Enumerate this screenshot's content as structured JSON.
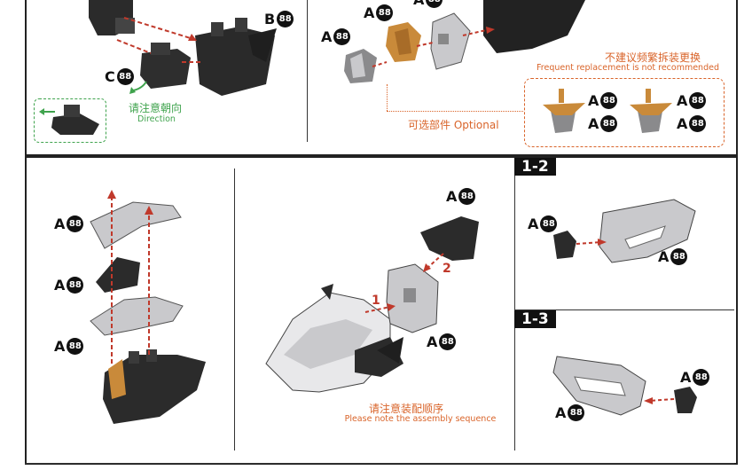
{
  "labels": {
    "B": "B",
    "A": "A",
    "C": "C",
    "code": "88"
  },
  "notes": {
    "direction_cn": "请注意朝向",
    "direction_en": "Direction",
    "replace_cn": "不建议频繁拆装更换",
    "replace_en": "Frequent replacement is not recommended",
    "optional": "可选部件 Optional",
    "sequence_cn": "请注意装配顺序",
    "sequence_en": "Please note the assembly sequence"
  },
  "steps": {
    "s12": "1-2",
    "s13": "1-3"
  },
  "sequence_marks": {
    "one": "1",
    "two": "2"
  },
  "colors": {
    "accent": "#d9642a",
    "arrow": "#c0392b",
    "green": "#3fa34d",
    "part_dark": "#2b2b2b",
    "part_grey": "#c9c9cc",
    "part_gold": "#c98a3a"
  }
}
